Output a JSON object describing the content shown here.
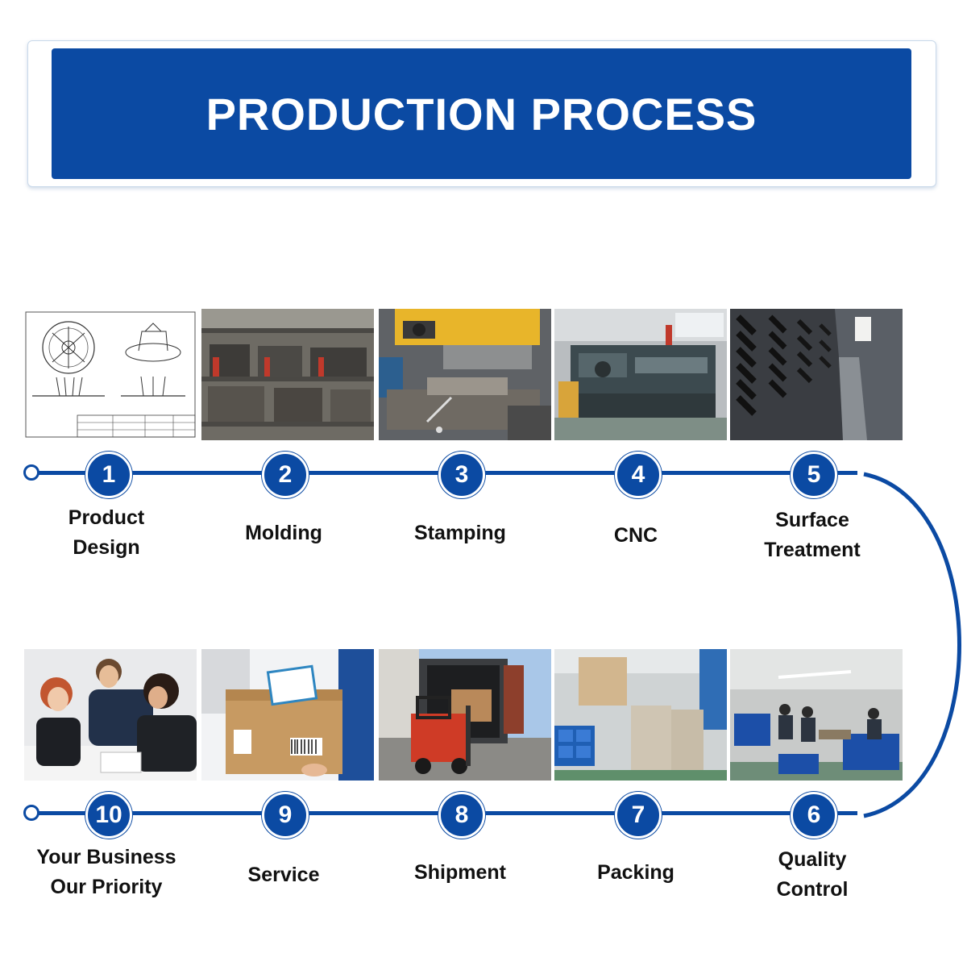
{
  "header": {
    "title": "PRODUCTION PROCESS"
  },
  "steps": [
    {
      "number": "1",
      "label_lines": [
        "Product",
        "Design"
      ],
      "photo": "technical-drawing"
    },
    {
      "number": "2",
      "label_lines": [
        "Molding"
      ],
      "photo": "mold-racks"
    },
    {
      "number": "3",
      "label_lines": [
        "Stamping"
      ],
      "photo": "stamping-press"
    },
    {
      "number": "4",
      "label_lines": [
        "CNC"
      ],
      "photo": "cnc-lathe"
    },
    {
      "number": "5",
      "label_lines": [
        "Surface",
        "Treatment"
      ],
      "photo": "coating-line"
    },
    {
      "number": "6",
      "label_lines": [
        "Quality",
        "Control"
      ],
      "photo": "inspection-workshop"
    },
    {
      "number": "7",
      "label_lines": [
        "Packing"
      ],
      "photo": "packed-pallets"
    },
    {
      "number": "8",
      "label_lines": [
        "Shipment"
      ],
      "photo": "forklift-container"
    },
    {
      "number": "9",
      "label_lines": [
        "Service"
      ],
      "photo": "parcel-delivery"
    },
    {
      "number": "10",
      "label_lines": [
        "Your Business",
        "Our Priority"
      ],
      "photo": "team-meeting"
    }
  ],
  "colors": {
    "brand_blue": "#0b4aa3",
    "text": "#111111",
    "background": "#ffffff"
  }
}
